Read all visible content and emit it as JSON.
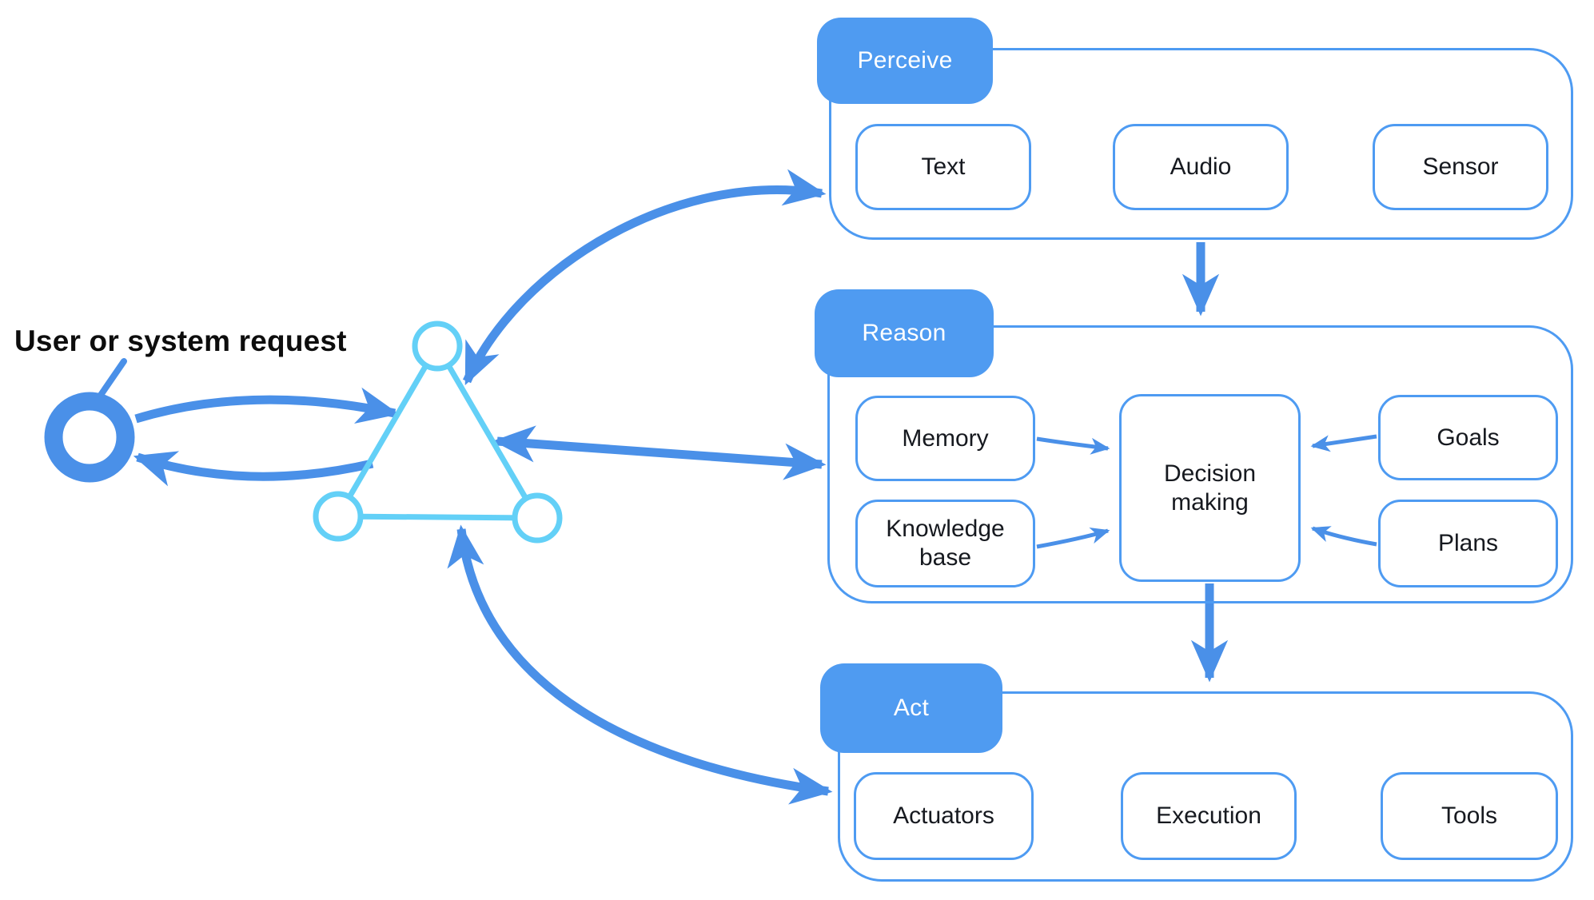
{
  "title": "User or system request",
  "icons": {
    "user_request": "donut-circle-icon",
    "agent": "triangle-network-icon"
  },
  "colors": {
    "arrow_blue": "#4A90E8",
    "border_blue": "#4E9BF2",
    "tab_fill": "#4F9BF1",
    "tab_text": "#FFFFFF",
    "triangle_cyan": "#63D0F7",
    "label_text": "#16191F",
    "title_text": "#0D0D0D"
  },
  "sections": {
    "perceive": {
      "label": "Perceive",
      "items": [
        "Text",
        "Audio",
        "Sensor"
      ]
    },
    "reason": {
      "label": "Reason",
      "left_items": [
        "Memory",
        "Knowledge base"
      ],
      "center": "Decision making",
      "right_items": [
        "Goals",
        "Plans"
      ]
    },
    "act": {
      "label": "Act",
      "items": [
        "Actuators",
        "Execution",
        "Tools"
      ]
    }
  },
  "flows": {
    "request_to_agent": "bidirectional",
    "agent_to_perceive": "bidirectional",
    "agent_to_reason": "bidirectional",
    "agent_to_act": "bidirectional",
    "perceive_to_reason": "down",
    "decision_to_act": "down",
    "memory_to_decision": "right",
    "knowledge_to_decision": "right",
    "goals_to_decision": "left",
    "plans_to_decision": "left"
  }
}
